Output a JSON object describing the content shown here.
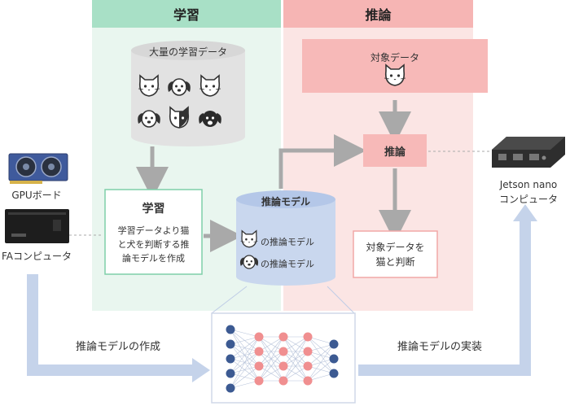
{
  "headers": {
    "learning": "学習",
    "inference": "推論"
  },
  "colors": {
    "learning_header": "#a8e0c6",
    "learning_bg": "#e9f6ef",
    "inference_header": "#f6b5b4",
    "inference_bg": "#fbe5e4",
    "arrow_blue": "#c5d3ea",
    "cylinder_gray": "#e2e2e2",
    "cylinder_blue": "#c9d7ee",
    "node_blue": "#3c5a92",
    "node_pink": "#f08f90"
  },
  "dataset": {
    "label": "大量の学習データ",
    "icons": [
      "cat-icon",
      "dog-icon",
      "cat-icon",
      "dog-icon",
      "cat-icon",
      "dog-icon"
    ]
  },
  "target_data": {
    "label": "対象データ",
    "icon": "cat-icon"
  },
  "inference_box": {
    "label": "推論"
  },
  "result_box": {
    "line1": "対象データを",
    "line2": "猫と判断"
  },
  "learning_box": {
    "title": "学習",
    "desc_line1": "学習データより猫",
    "desc_line2": "と犬を判断する推",
    "desc_line3": "論モデルを作成"
  },
  "model_db": {
    "label": "推論モデル",
    "cat_model": "の推論モデル",
    "dog_model": "の推論モデル"
  },
  "gpu": {
    "label": "GPUボード",
    "icon": "gpu-board-icon"
  },
  "fa_computer": {
    "label": "FAコンピュータ",
    "icon": "fa-computer-icon"
  },
  "jetson": {
    "line1": "Jetson nano",
    "line2": "コンピュータ",
    "icon": "jetson-nano-icon"
  },
  "flow": {
    "create_label": "推論モデルの作成",
    "deploy_label": "推論モデルの実装"
  },
  "network_icon": "neural-network-icon"
}
